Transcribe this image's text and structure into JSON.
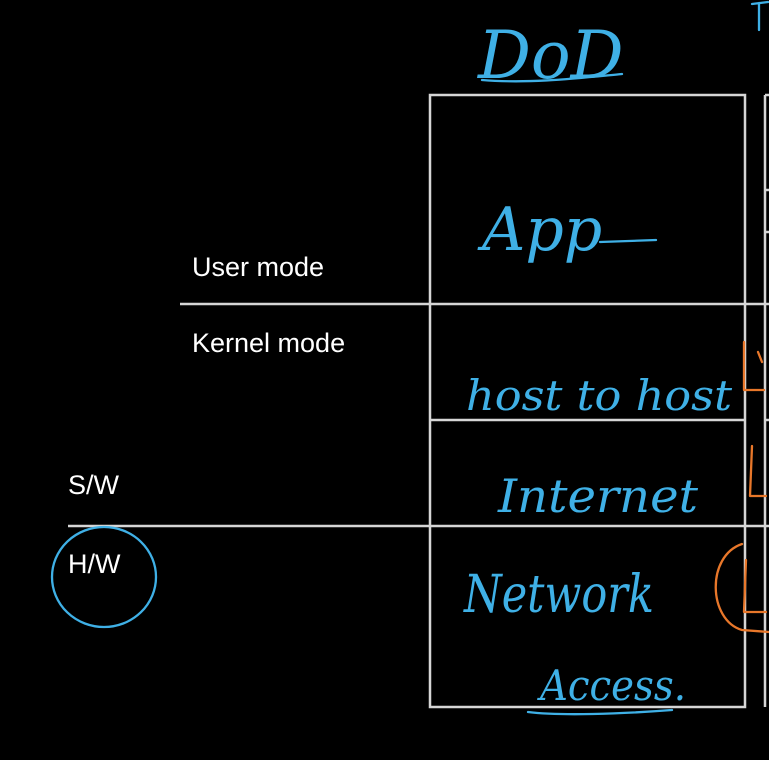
{
  "labels": {
    "user_mode": "User mode",
    "kernel_mode": "Kernel mode",
    "software": "S/W",
    "hardware": "H/W"
  },
  "model": {
    "title": "DoD",
    "layers": [
      "App",
      "host to host",
      "Internet",
      "Network Access."
    ]
  },
  "colors": {
    "background": "#000000",
    "text": "#ffffff",
    "lines": "#d6d6d6",
    "ink_blue": "#3fb0e6",
    "ink_orange": "#e8772a"
  }
}
